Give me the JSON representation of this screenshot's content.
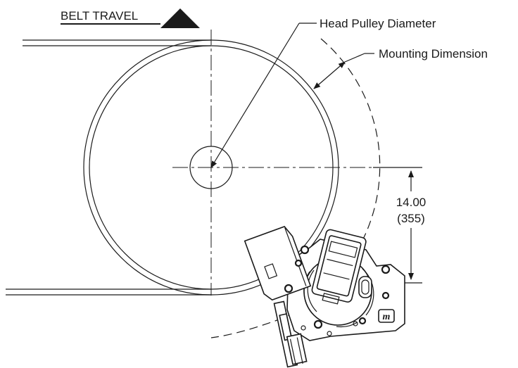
{
  "labels": {
    "belt_travel": "BELT TRAVEL",
    "head_pulley_diameter": "Head Pulley Diameter",
    "mounting_dimension": "Mounting Dimension",
    "dimension_imperial": "14.00",
    "dimension_metric": "(355)",
    "logo_mark": "m"
  }
}
